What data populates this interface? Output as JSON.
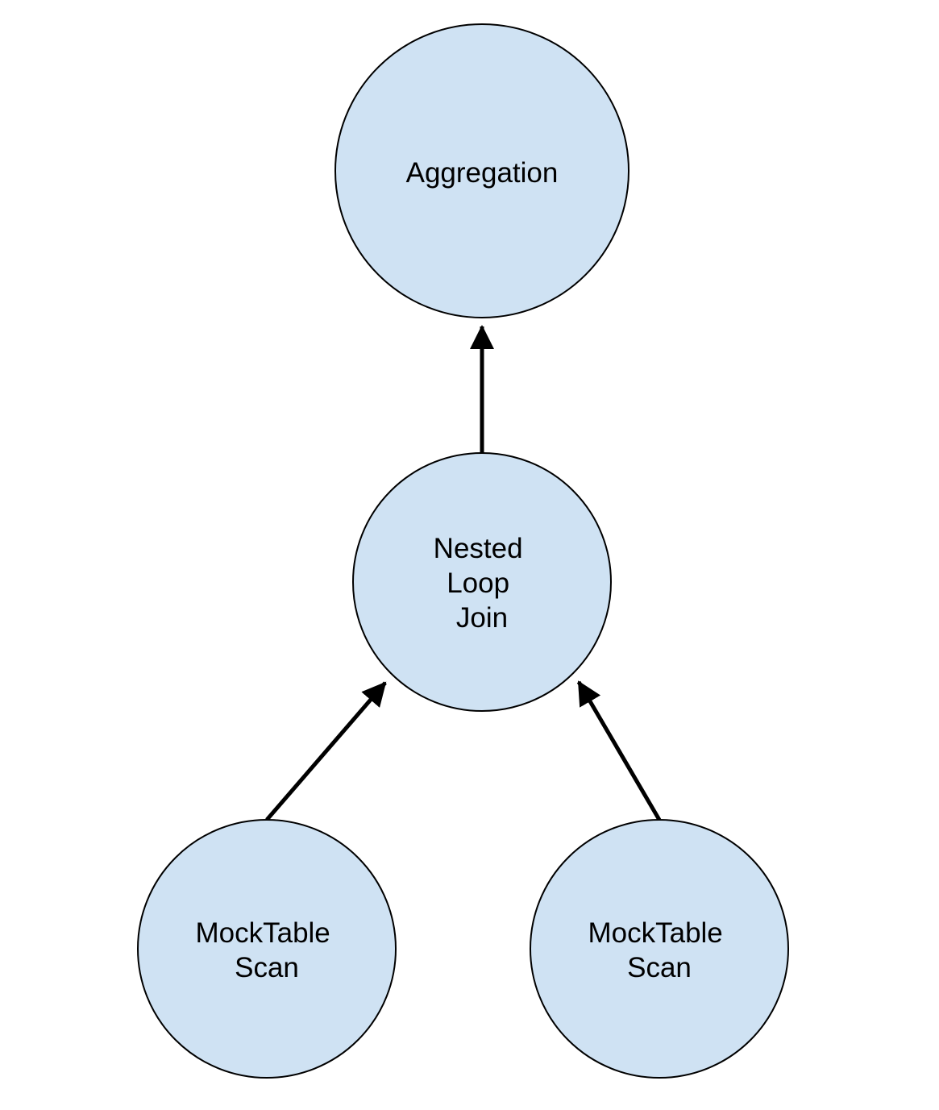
{
  "diagram": {
    "nodes": [
      {
        "id": "aggregation",
        "lines": [
          "Aggregation"
        ]
      },
      {
        "id": "nested-loop-join",
        "lines": [
          "Nested",
          "Loop",
          "Join"
        ]
      },
      {
        "id": "mocktable-scan-left",
        "lines": [
          "MockTable",
          "Scan"
        ]
      },
      {
        "id": "mocktable-scan-right",
        "lines": [
          "MockTable",
          "Scan"
        ]
      }
    ],
    "edges": [
      {
        "from": "nested-loop-join",
        "to": "aggregation"
      },
      {
        "from": "mocktable-scan-left",
        "to": "nested-loop-join"
      },
      {
        "from": "mocktable-scan-right",
        "to": "nested-loop-join"
      }
    ],
    "colors": {
      "node_fill": "#cfe2f3",
      "node_stroke": "#000000",
      "edge": "#000000"
    }
  }
}
